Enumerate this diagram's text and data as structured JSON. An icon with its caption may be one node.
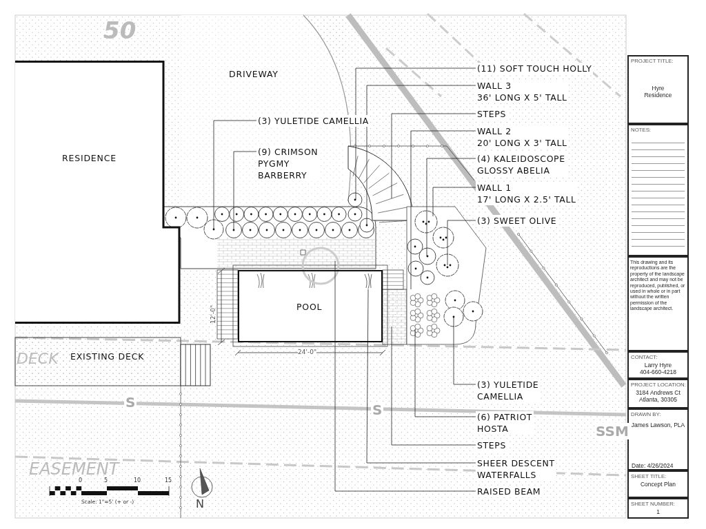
{
  "diagram": {
    "nodes": [
      {
        "text": [
          "RESIDENCE"
        ]
      },
      {
        "text": [
          "DRIVEWAY"
        ]
      },
      {
        "text": [
          "(3) YULETIDE CAMELLIA"
        ]
      },
      {
        "text": [
          "(9) CRIMSON PYGMY BARBERRY"
        ]
      },
      {
        "text": [
          "POOL"
        ]
      },
      {
        "text": [
          "EXISTING DECK"
        ]
      },
      {
        "text": [
          "(11) SOFT TOUCH HOLLY"
        ]
      },
      {
        "text": [
          "WALL 3 36' LONG X 5' TALL"
        ]
      },
      {
        "text": [
          "STEPS"
        ]
      },
      {
        "text": [
          "WALL 2 20' LONG X 3' TALL"
        ]
      },
      {
        "text": [
          "(4) KALEIDOSCOPE GLOSSY ABELIA"
        ]
      },
      {
        "text": [
          "WALL 1 17' LONG X 2.5' TALL"
        ]
      },
      {
        "text": [
          "(3) SWEET OLIVE"
        ]
      },
      {
        "text": [
          "(3) YULETIDE CAMELLIA"
        ]
      },
      {
        "text": [
          "(6) PATRIOT HOSTA"
        ]
      },
      {
        "text": [
          "STEPS"
        ]
      },
      {
        "text": [
          "SHEER DESCENT WATERFALLS"
        ]
      },
      {
        "text": [
          "RAISED BEAM"
        ]
      },
      {
        "text": [
          "PROJECT TITLE:",
          "Hyre Residence"
        ]
      },
      {
        "text": [
          "NOTES:"
        ]
      },
      {
        "text": [
          "This drawing and its reproductions are the property of the landscape architect and may not be reproduced, published, or used in whole or in part without the written permission of the landscape architect."
        ]
      },
      {
        "text": [
          "CONTACT:",
          "Larry Hyre 404-660-4218"
        ]
      },
      {
        "text": [
          "PROJECT LOCATION:",
          "3184 Andrews Ct Atlanta, 30305"
        ]
      },
      {
        "text": [
          "DRAWN BY:",
          "James Lawson, PLA",
          "Date: 4/26/2024"
        ]
      },
      {
        "text": [
          "SHEET TITLE:",
          "Concept Plan"
        ]
      },
      {
        "text": [
          "SHEET NUMBER:",
          "1"
        ]
      },
      {
        "text": [],
        "shape": "picture",
        "in": 4
      }
    ],
    "edges": [
      {
        "from": 2,
        "to": null,
        "arrow": "none"
      },
      {
        "from": 3,
        "to": null,
        "arrow": "none"
      },
      {
        "from": 6,
        "to": null,
        "arrow": "none"
      },
      {
        "from": 7,
        "to": null,
        "arrow": "none"
      },
      {
        "from": 8,
        "to": null,
        "arrow": "none"
      },
      {
        "from": 9,
        "to": null,
        "arrow": "none"
      },
      {
        "from": 10,
        "to": null,
        "arrow": "none"
      },
      {
        "from": 11,
        "to": null,
        "arrow": "none"
      },
      {
        "from": 12,
        "to": null,
        "arrow": "none"
      },
      {
        "from": 13,
        "to": null,
        "arrow": "none"
      },
      {
        "from": 14,
        "to": null,
        "arrow": "none"
      },
      {
        "from": 15,
        "to": null,
        "arrow": "none"
      },
      {
        "from": 16,
        "to": 26,
        "arrow": "none"
      },
      {
        "from": 17,
        "to": null,
        "arrow": "none"
      }
    ],
    "labels": [
      "50",
      "DECK",
      "S",
      "12'-0\"",
      "24'-0\"",
      "S",
      "SSM",
      "EASEMENT",
      "0",
      "5",
      "10",
      "15",
      "Scale: 1\"=5' (+ or -)",
      "N"
    ]
  }
}
